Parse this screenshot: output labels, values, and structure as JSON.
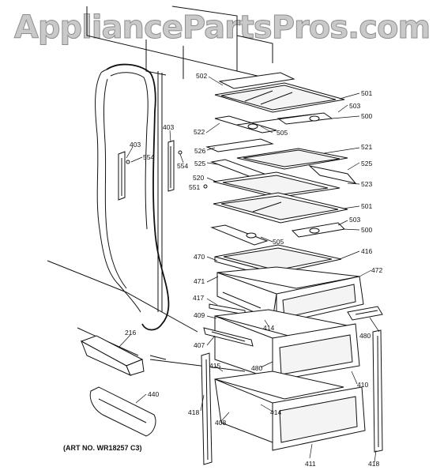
{
  "watermark": "AppliancePartsPros.com",
  "art_number": "(ART NO. WR18257 C3)",
  "callouts": {
    "c502": "502",
    "c501a": "501",
    "c503a": "503",
    "c500a": "500",
    "c403a": "403",
    "c403b": "403",
    "c554a": "554",
    "c554b": "554",
    "c522": "522",
    "c505a": "505",
    "c526": "526",
    "c521": "521",
    "c525a": "525",
    "c525b": "525",
    "c520": "520",
    "c523": "523",
    "c551": "551",
    "c501b": "501",
    "c503b": "503",
    "c500b": "500",
    "c505b": "505",
    "c470": "470",
    "c416": "416",
    "c471": "471",
    "c472": "472",
    "c417": "417",
    "c409": "409",
    "c414a": "414",
    "c407": "407",
    "c480a": "480",
    "c415": "415",
    "c480b": "480",
    "c410": "410",
    "c216": "216",
    "c440": "440",
    "c418a": "418",
    "c408": "408",
    "c414b": "414",
    "c411": "411",
    "c418b": "418"
  }
}
